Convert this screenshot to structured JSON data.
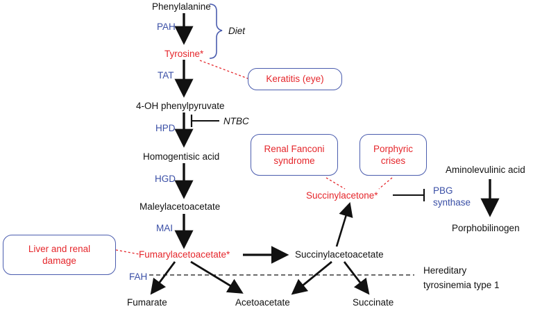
{
  "metabolites": {
    "phenylalanine": "Phenylalanine",
    "tyrosine": "Tyrosine*",
    "oh_phenylpyruvate": "4-OH phenylpyruvate",
    "homogentisic_acid": "Homogentisic acid",
    "maleylacetoacetate": "Maleylacetoacetate",
    "fumarylacetoacetate": "Fumarylacetoacetate*",
    "succinylacetoacetate": "Succinylacetoacetate",
    "succinylacetone": "Succinylacetone*",
    "fumarate": "Fumarate",
    "acetoacetate": "Acetoacetate",
    "succinate": "Succinate",
    "aminolevulinic_acid": "Aminolevulinic acid",
    "porphobilinogen": "Porphobilinogen"
  },
  "enzymes": {
    "pah": "PAH",
    "tat": "TAT",
    "hpd": "HPD",
    "hgd": "HGD",
    "mai": "MAI",
    "fah": "FAH",
    "pbg_line1": "PBG",
    "pbg_line2": "synthase"
  },
  "annotations": {
    "diet": "Diet",
    "ntbc": "NTBC",
    "hereditary_line1": "Hereditary",
    "hereditary_line2": "tyrosinemia type 1"
  },
  "clinical_boxes": {
    "keratitis": "Keratitis (eye)",
    "renal_fanconi_line1": "Renal Fanconi",
    "renal_fanconi_line2": "syndrome",
    "porphyric_line1": "Porphyric",
    "porphyric_line2": "crises",
    "liver_renal_line1": "Liver and renal",
    "liver_renal_line2": "damage"
  },
  "colors": {
    "enzyme": "#3a4fa6",
    "clinical": "#e5262b",
    "box_border": "#4a5cae",
    "arrow": "#111111"
  }
}
